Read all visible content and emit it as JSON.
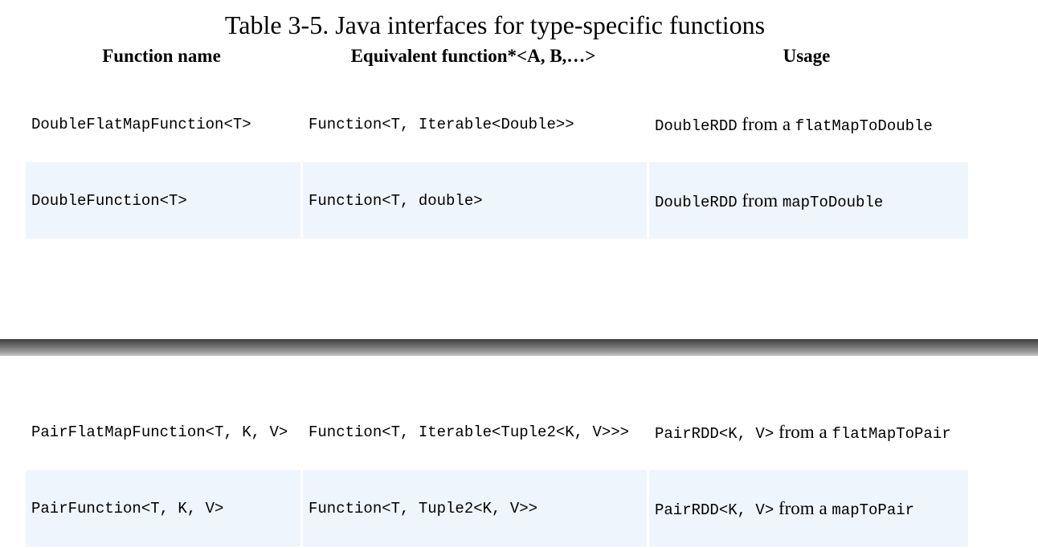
{
  "title": "Table 3-5. Java interfaces for type-specific functions",
  "headers": {
    "function_name": "Function name",
    "equivalent_function": "Equivalent function*<A, B,…>",
    "usage": "Usage"
  },
  "section1": {
    "rows": [
      {
        "function_name": "DoubleFlatMapFunction<T>",
        "equivalent": "Function<T, Iterable<Double>>",
        "usage_type": "DoubleRDD",
        "usage_text": " from a ",
        "usage_method": "flatMapToDouble"
      },
      {
        "function_name": "DoubleFunction<T>",
        "equivalent": "Function<T, double>",
        "usage_type": "DoubleRDD",
        "usage_text": " from ",
        "usage_method": "mapToDouble"
      }
    ]
  },
  "section2": {
    "rows": [
      {
        "function_name": "PairFlatMapFunction<T, K, V>",
        "equivalent": "Function<T, Iterable<Tuple2<K, V>>>",
        "usage_type": "PairRDD<K, V>",
        "usage_text": " from a ",
        "usage_method": "flatMapToPair"
      },
      {
        "function_name": "PairFunction<T, K, V>",
        "equivalent": "Function<T, Tuple2<K, V>>",
        "usage_type": "PairRDD<K, V>",
        "usage_text": " from a ",
        "usage_method": "mapToPair"
      }
    ]
  }
}
